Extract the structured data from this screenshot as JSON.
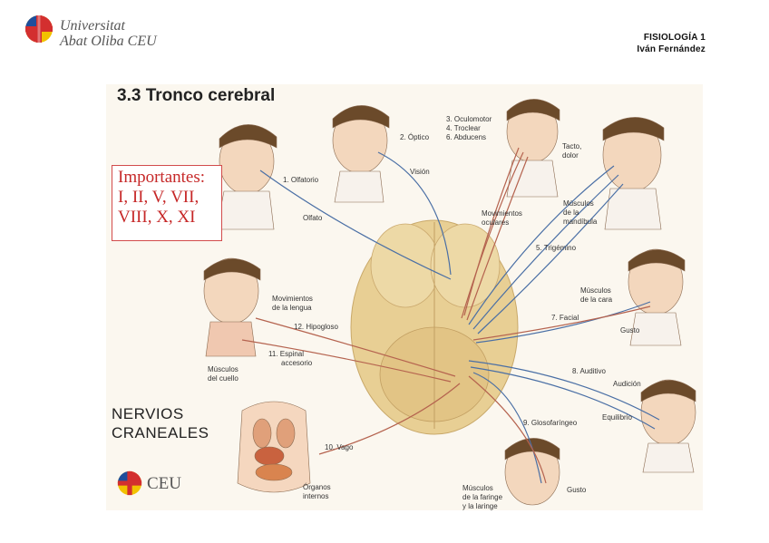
{
  "header": {
    "university_line1": "Universitat",
    "university_line2": "Abat Oliba CEU",
    "course": "FISIOLOGÍA 1",
    "author": "Iván Fernández"
  },
  "figure": {
    "title": "3.3 Tronco cerebral",
    "important_label": "Importantes:",
    "important_line1": "I, II, V, VII,",
    "important_line2": "VIII, X, XI",
    "subtitle_line1": "NERVIOS",
    "subtitle_line2": "CRANEALES",
    "ceu_logo_text": "CEU",
    "labels": {
      "olfatorio": "1. Olfatorio",
      "olfato": "Olfato",
      "optico": "2. Óptico",
      "vision": "Visión",
      "oculomotor": "3. Oculomotor",
      "troclear": "4. Troclear",
      "abducens": "6. Abducens",
      "mov_ocul_1": "Movimientos",
      "mov_ocul_2": "oculares",
      "tacto_1": "Tacto,",
      "tacto_2": "dolor",
      "mand_1": "Músculos",
      "mand_2": "de la",
      "mand_3": "mandíbula",
      "trigemino": "5. Trigémino",
      "mov_lengua_1": "Movimientos",
      "mov_lengua_2": "de la lengua",
      "hipogloso": "12. Hipogloso",
      "espinal_1": "11. Espinal",
      "espinal_2": "accesorio",
      "cuello_1": "Músculos",
      "cuello_2": "del cuello",
      "cara_1": "Músculos",
      "cara_2": "de la cara",
      "facial": "7. Facial",
      "gusto_1": "Gusto",
      "auditivo": "8. Auditivo",
      "audicion": "Audición",
      "equilibrio": "Equilibrio",
      "glosofaringeo": "9. Glosofaríngeo",
      "vago": "10. Vago",
      "organos_1": "Órganos",
      "organos_2": "internos",
      "faringe_1": "Músculos",
      "faringe_2": "de la faringe",
      "faringe_3": "y la laringe",
      "gusto_2": "Gusto"
    }
  },
  "colors": {
    "red_box": "#c62828",
    "nerve_blue": "#4a6fa5",
    "nerve_red": "#b5634f",
    "brain": "#e8cf94",
    "logo_red": "#d32f2f",
    "logo_blue": "#1f4e9c",
    "logo_yellow": "#f2c200"
  }
}
